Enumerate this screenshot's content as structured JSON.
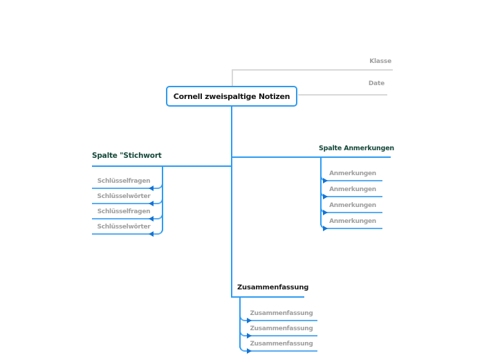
{
  "central": {
    "label": "Cornell zweispaltige Notizen"
  },
  "floating": {
    "klasse": "Klasse",
    "date": "Date"
  },
  "branches": {
    "left": {
      "title": "Spalte \"Stichwort",
      "items": [
        "Schlüsselfragen",
        "Schlüsselwörter",
        "Schlüsselfragen",
        "Schlüsselwörter"
      ]
    },
    "right": {
      "title": "Spalte Anmerkungen",
      "items": [
        "Anmerkungen",
        "Anmerkungen",
        "Anmerkungen",
        "Anmerkungen"
      ]
    },
    "bottom": {
      "title": "Zusammenfassung",
      "items": [
        "Zusammenfassung",
        "Zusammenfassung",
        "Zusammenfassung"
      ]
    }
  },
  "colors": {
    "branch_blue": "#2d9cf2",
    "item_line_blue": "#58acf3",
    "arrow_blue": "#1474d4",
    "gray_line": "#d8d8d8",
    "gray_text": "#9e9e9e",
    "heading_green": "#16483a",
    "heading_dark": "#1c1c1c",
    "node_border": "#2e9bef"
  }
}
